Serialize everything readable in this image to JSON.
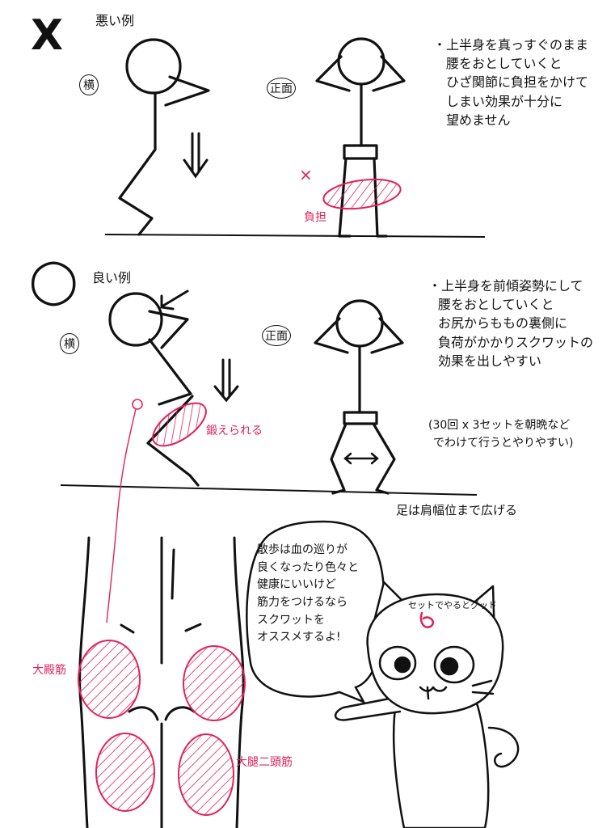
{
  "bad": {
    "mark": "X",
    "title": "悪い例",
    "side_label": "横",
    "front_label": "正面",
    "x_mark": "×",
    "burden_label": "負担",
    "description": [
      "・上半身を真っすぐのまま",
      "腰をおとしていくと",
      "ひざ関節に負担をかけて",
      "しまい効果が十分に",
      "望めません"
    ]
  },
  "good": {
    "mark": "◯",
    "title": "良い例",
    "side_label": "横",
    "front_label": "正面",
    "trained_label": "鍛えられる",
    "feet_label": "足は肩幅位まで広げる",
    "description": [
      "・上半身を前傾姿勢にして",
      "腰をおとしていくと",
      "お尻からももの裏側に",
      "負荷がかかりスクワットの",
      "効果を出しやすい"
    ],
    "note": [
      "(30回 x 3セットを朝晩など",
      "でわけて行うとやりやすい)"
    ]
  },
  "anatomy": {
    "gluteus_label": "大殿筋",
    "hamstring_label": "大腿二頭筋"
  },
  "cat": {
    "caption": "セットでやるとグッド",
    "speech": [
      "散歩は血の巡りが",
      "良くなったり色々と",
      "健康にいいけど",
      "筋力をつけるなら",
      "スクワットを",
      "オススメするよ!"
    ]
  },
  "colors": {
    "ink": "#111111",
    "accent": "#e0225a"
  }
}
